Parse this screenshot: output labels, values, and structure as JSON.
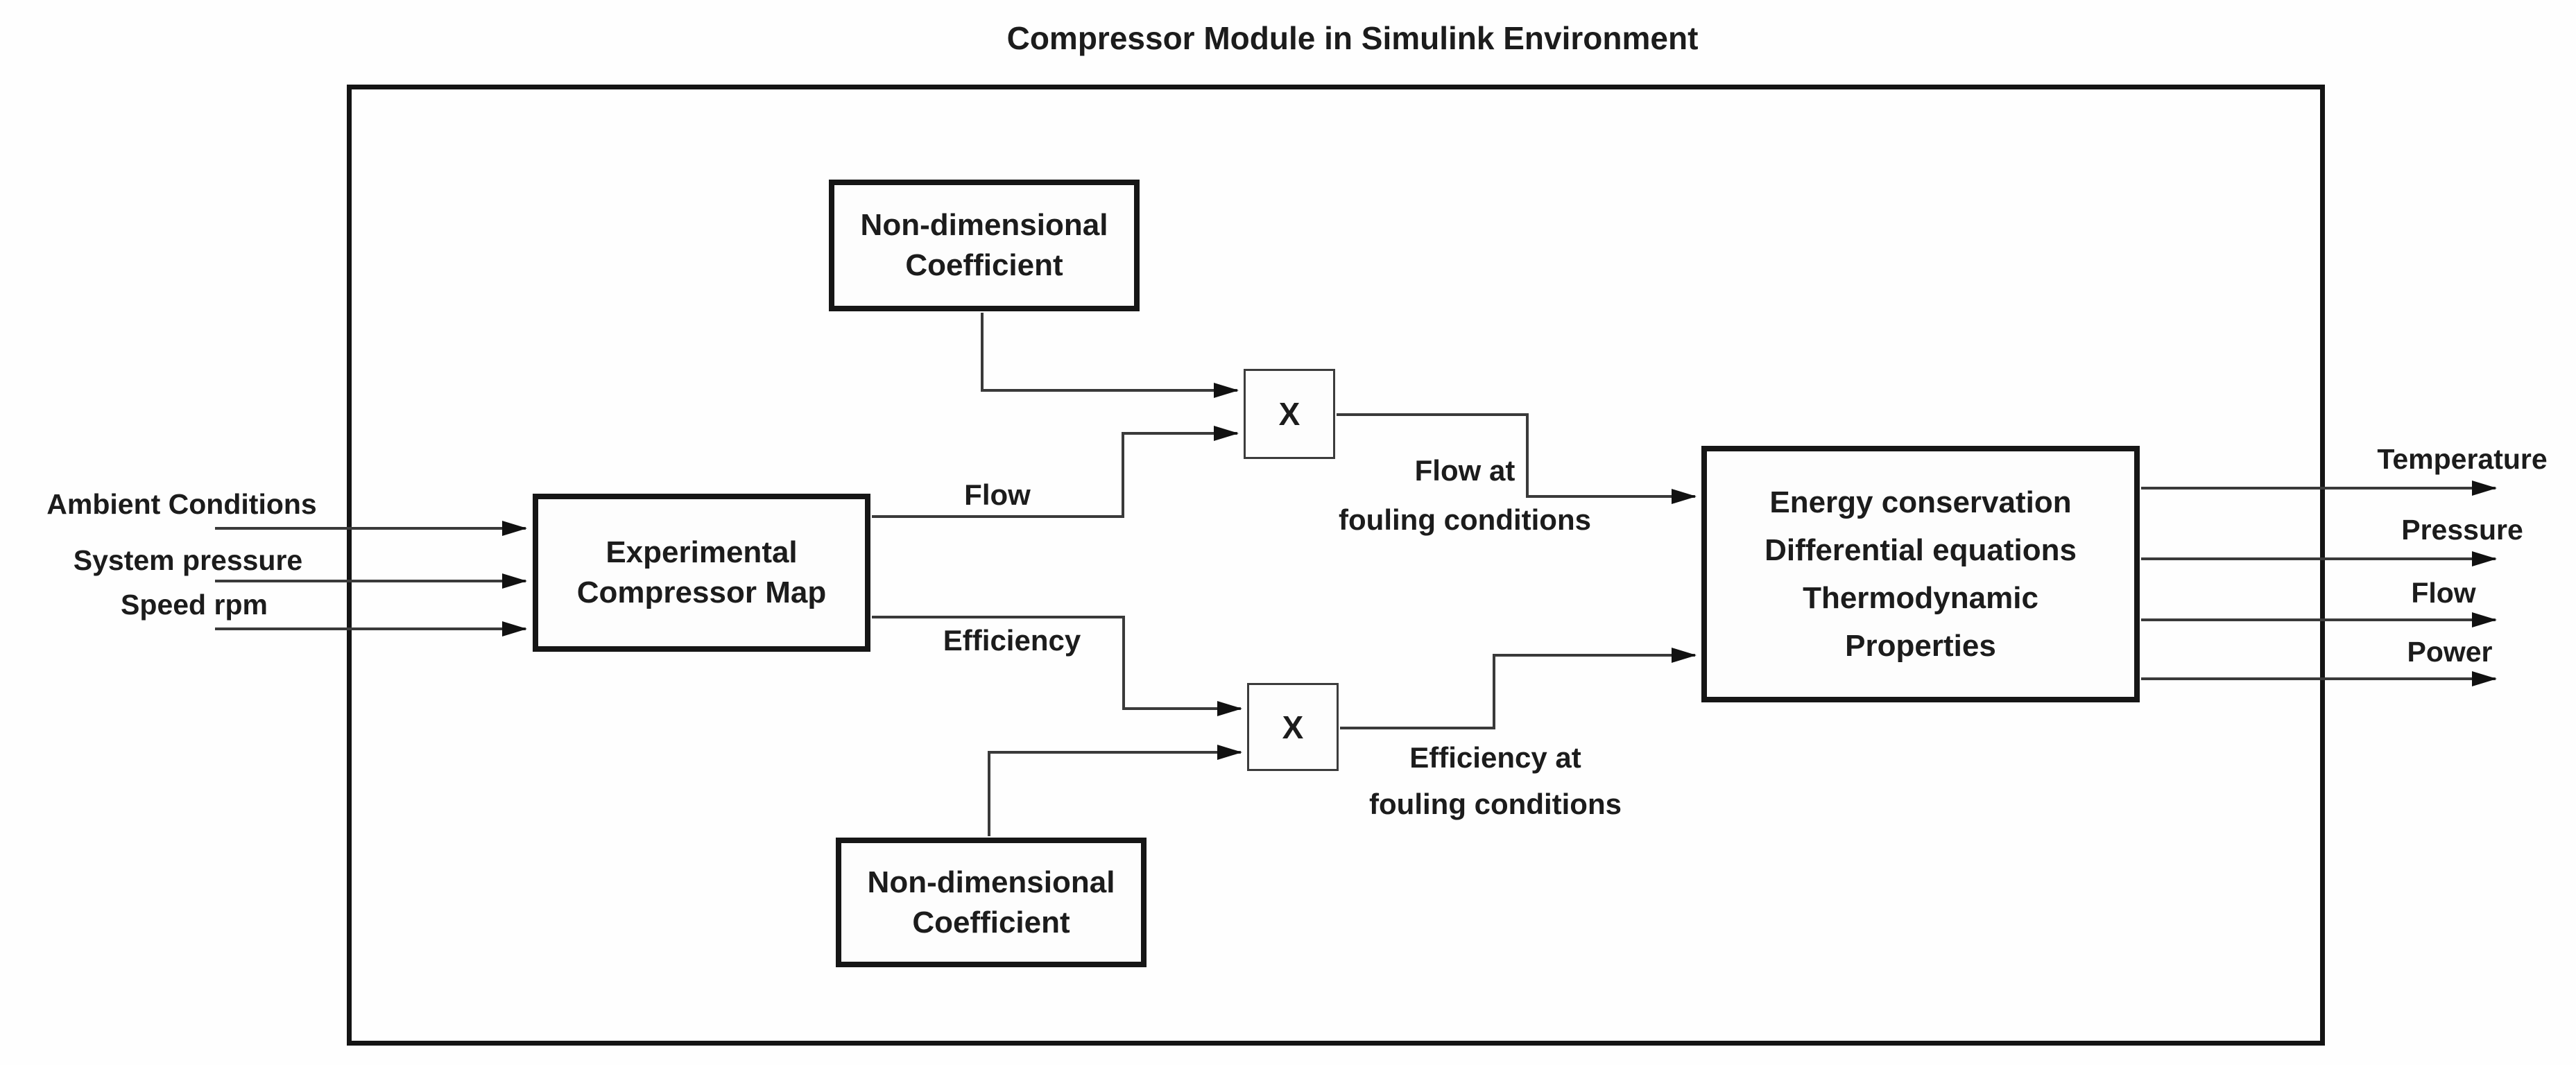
{
  "title": "Compressor Module in Simulink Environment",
  "colors": {
    "background": "#fefefe",
    "border": "#141414",
    "wire": "#3a3a3a",
    "arrowhead": "#111111",
    "text": "#1c1c1c"
  },
  "inputs": [
    {
      "label": "Ambient Conditions"
    },
    {
      "label": "System pressure"
    },
    {
      "label": "Speed rpm"
    }
  ],
  "blocks": {
    "compressor_map": {
      "lines": [
        "Experimental",
        "Compressor Map"
      ]
    },
    "coeff_top": {
      "lines": [
        "Non-dimensional",
        "Coefficient"
      ]
    },
    "coeff_bottom": {
      "lines": [
        "Non-dimensional",
        "Coefficient"
      ]
    },
    "multiply_top": {
      "label": "X"
    },
    "multiply_bottom": {
      "label": "X"
    },
    "energy": {
      "lines": [
        "Energy conservation",
        "Differential equations",
        "Thermodynamic",
        "Properties"
      ]
    }
  },
  "wire_labels": {
    "flow": "Flow",
    "efficiency": "Efficiency",
    "flow_fouling": [
      "Flow at",
      "fouling conditions"
    ],
    "efficiency_fouling": [
      "Efficiency at",
      "fouling conditions"
    ]
  },
  "outputs": [
    {
      "label": "Temperature"
    },
    {
      "label": "Pressure"
    },
    {
      "label": "Flow"
    },
    {
      "label": "Power"
    }
  ]
}
